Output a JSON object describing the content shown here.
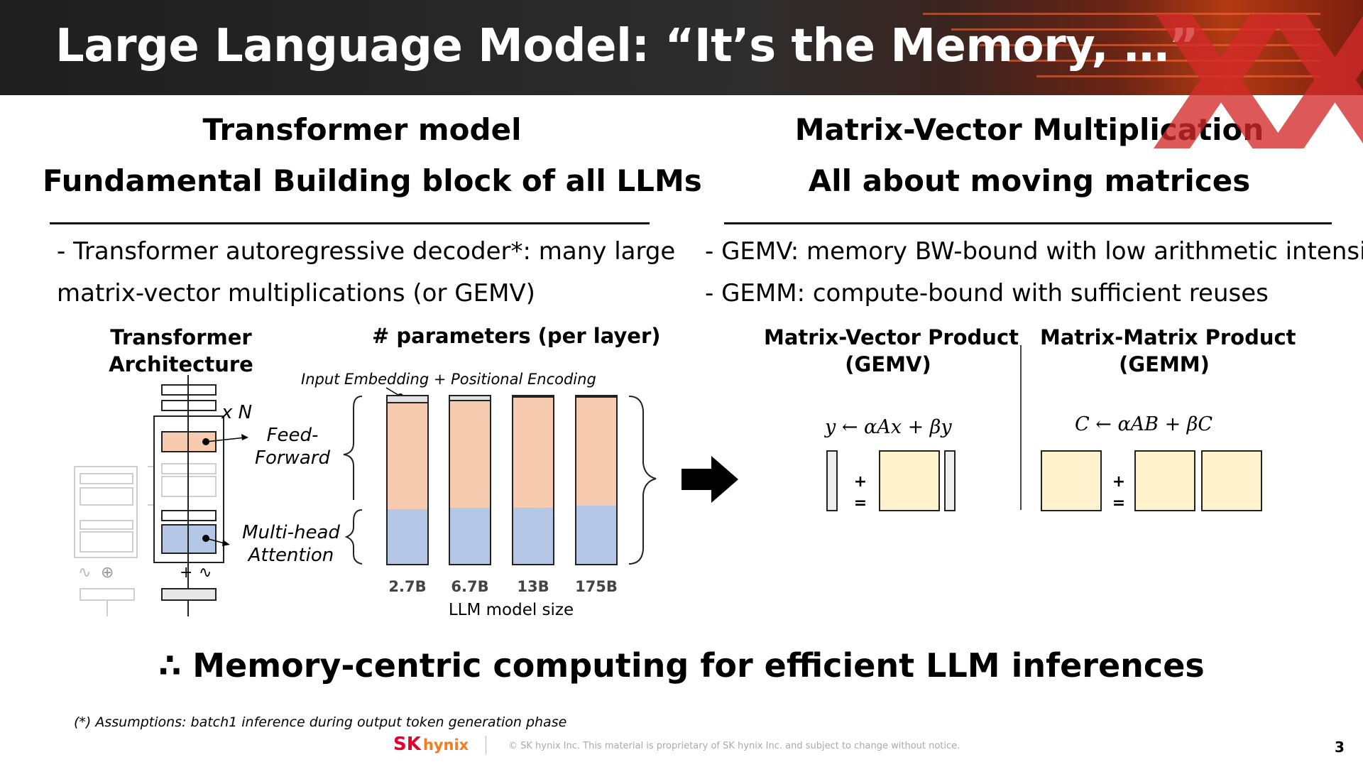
{
  "header": {
    "title": "Large Language Model: “It’s the Memory, …”"
  },
  "left": {
    "title_line1": "Transformer model",
    "title_line2": "Fundamental Building block of all LLMs",
    "bullet_line1": "- Transformer autoregressive decoder*: many large",
    "bullet_line2": "matrix-vector multiplications (or GEMV)",
    "arch_title_line1": "Transformer",
    "arch_title_line2": "Architecture",
    "xn_label": "x N",
    "ff_label_line1": "Feed-",
    "ff_label_line2": "Forward",
    "mha_label_line1": "Multi-head",
    "mha_label_line2": "Attention",
    "params_title": "# parameters (per layer)",
    "embed_label": "Input Embedding + Positional Encoding"
  },
  "chart_data": {
    "type": "bar",
    "stacked": true,
    "categories": [
      "2.7B",
      "6.7B",
      "13B",
      "175B"
    ],
    "xlabel": "LLM model size",
    "series": [
      {
        "name": "Multi-head Attention",
        "values": [
          0.32,
          0.33,
          0.33,
          0.34
        ]
      },
      {
        "name": "Feed-Forward",
        "values": [
          0.64,
          0.64,
          0.66,
          0.65
        ]
      },
      {
        "name": "Input Embedding + Positional Encoding",
        "values": [
          0.04,
          0.03,
          0.01,
          0.01
        ]
      }
    ],
    "colors": {
      "Multi-head Attention": "#b4c7e7",
      "Feed-Forward": "#f7cbb0",
      "Input Embedding + Positional Encoding": "#e2e2e2"
    }
  },
  "right": {
    "title_line1": "Matrix-Vector Multiplication",
    "title_line2": "All about moving matrices",
    "bullet1": "- GEMV: memory BW-bound with low arithmetic intensity",
    "bullet2": "- GEMM: compute-bound with sufficient reuses",
    "gemv_title_line1": "Matrix-Vector Product",
    "gemv_title_line2": "(GEMV)",
    "gemm_title_line1": "Matrix-Matrix Product",
    "gemm_title_line2": "(GEMM)",
    "gemv_formula": "y ← αAx + βy",
    "gemm_formula": "C ← αAB + βC",
    "plus": "+",
    "equals": "="
  },
  "conclusion": "∴ Memory-centric computing for efficient LLM inferences",
  "footer": {
    "footnote": "(*) Assumptions: batch1 inference during output token generation  phase",
    "brand_sk": "SK",
    "brand_hynix": "hynix",
    "copyright": "© SK hynix Inc. This material is proprietary of SK hynix Inc. and subject to change without notice.",
    "page_number": "3"
  },
  "watermark": {
    "text": "XX",
    "color": "#d42a2a"
  }
}
